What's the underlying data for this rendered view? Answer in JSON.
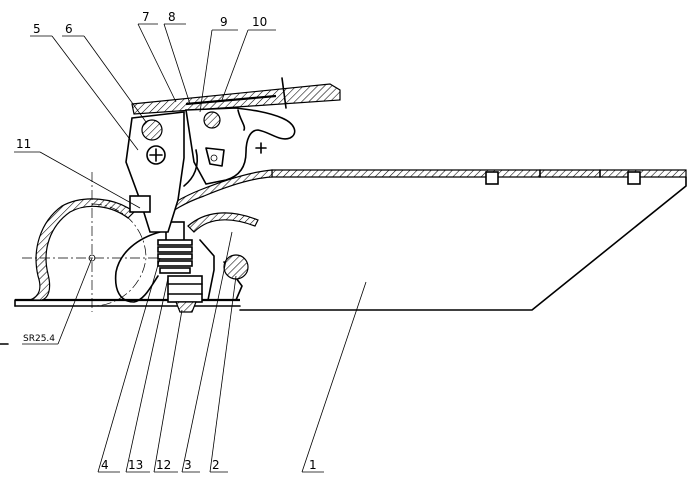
{
  "labels": {
    "l1": "1",
    "l2": "2",
    "l3": "3",
    "l4": "4",
    "l5": "5",
    "l6": "6",
    "l7": "7",
    "l8": "8",
    "l9": "9",
    "l10": "10",
    "l11": "11",
    "l12": "12",
    "l13": "13"
  },
  "dimension": "SR25.4"
}
